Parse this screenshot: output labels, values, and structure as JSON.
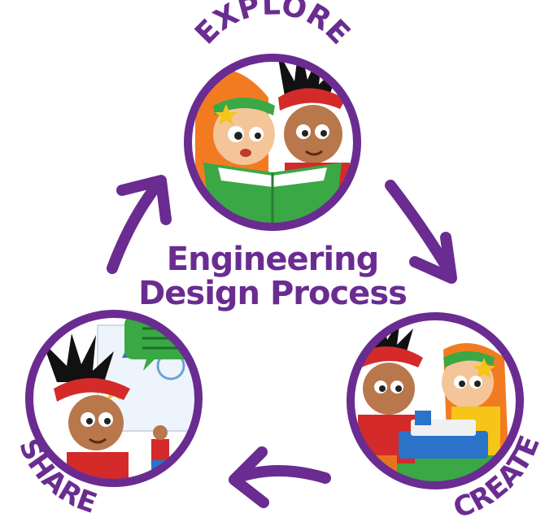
{
  "title": {
    "line1": "Engineering",
    "line2": "Design Process"
  },
  "stages": [
    {
      "label": "EXPLORE",
      "scene": "boy-and-girl-reading-green-book"
    },
    {
      "label": "CREATE",
      "scene": "boy-and-girl-building-with-bricks"
    },
    {
      "label": "SHARE",
      "scene": "boy-presenting-model-with-drawings"
    }
  ],
  "colors": {
    "purple": "#6a2c91",
    "ring": "#6a2c91",
    "book_green": "#3aa845",
    "bricks_blue": "#2a73c9",
    "hair_orange": "#f27b22",
    "cap_red": "#d42a2a"
  }
}
